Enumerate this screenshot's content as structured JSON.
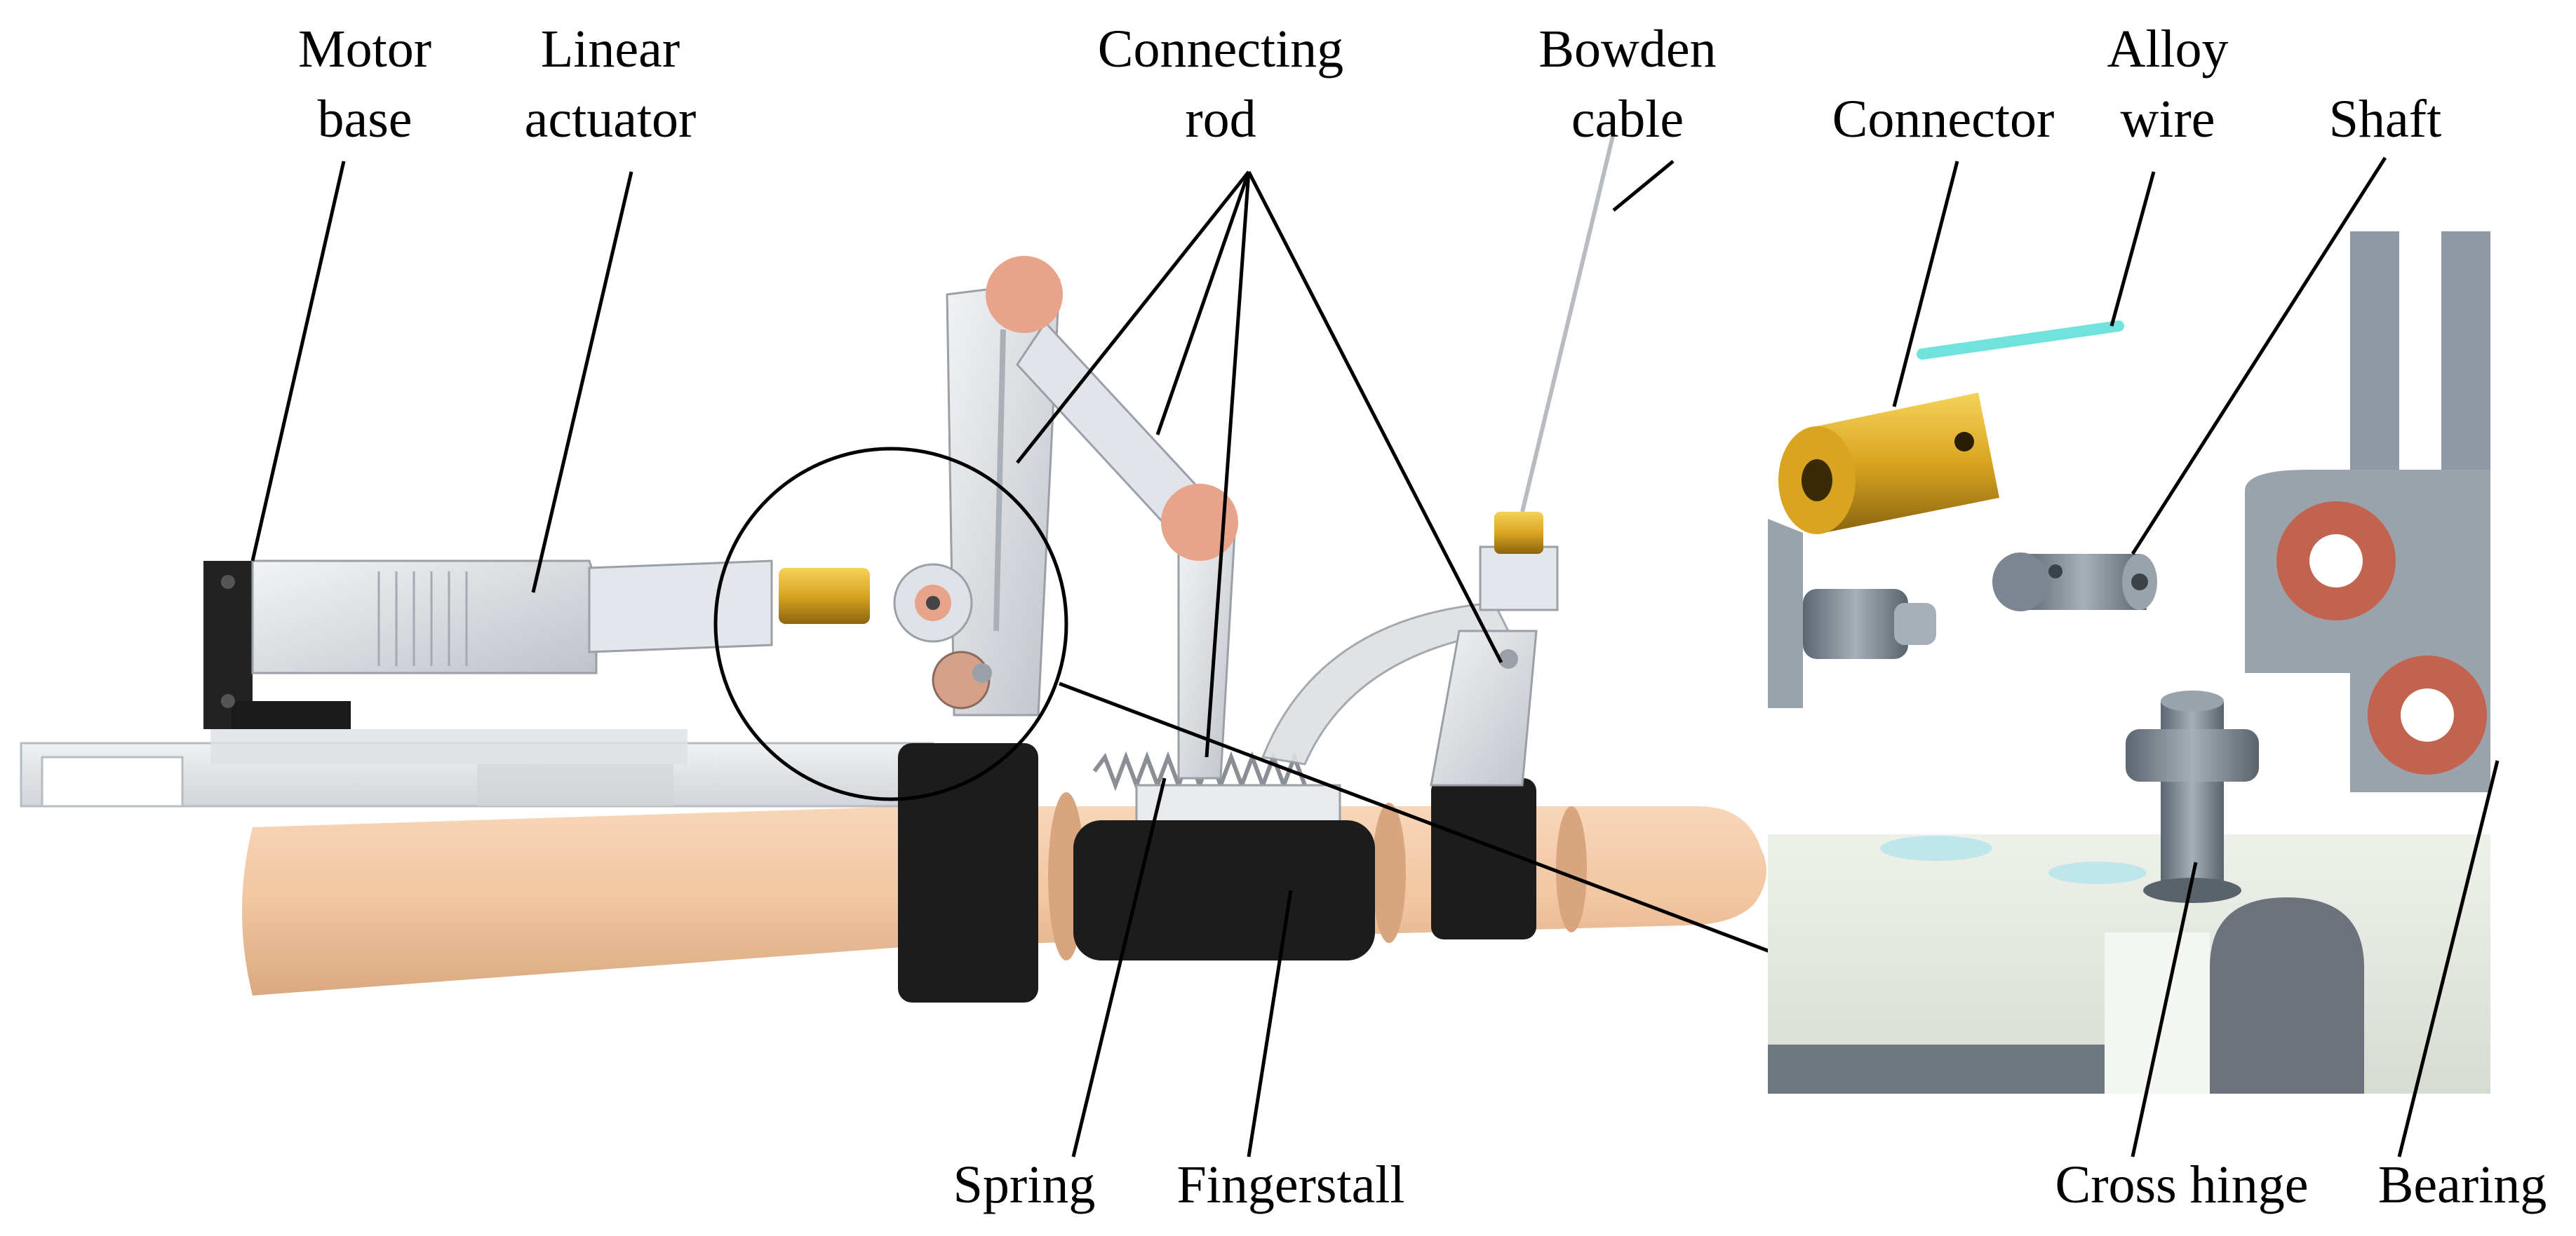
{
  "labels": {
    "motor_base": [
      "Motor",
      "base"
    ],
    "linear_actuator": [
      "Linear",
      "actuator"
    ],
    "connecting_rod": [
      "Connecting",
      "rod"
    ],
    "bowden_cable": [
      "Bowden",
      "cable"
    ],
    "connector": "Connector",
    "alloy_wire": [
      "Alloy",
      "wire"
    ],
    "shaft": "Shaft",
    "spring": "Spring",
    "fingerstall": "Fingerstall",
    "cross_hinge": "Cross hinge",
    "bearing": "Bearing"
  },
  "colors": {
    "skin": "#f2c6a0",
    "strap": "#1c1c1c",
    "aluminum": "#d6d9de",
    "copper": "#e7a48b",
    "brass": "#d9a520",
    "wire": "#6fe3dc",
    "steel": "#7d8690",
    "base_plate": "#e8ece6"
  }
}
